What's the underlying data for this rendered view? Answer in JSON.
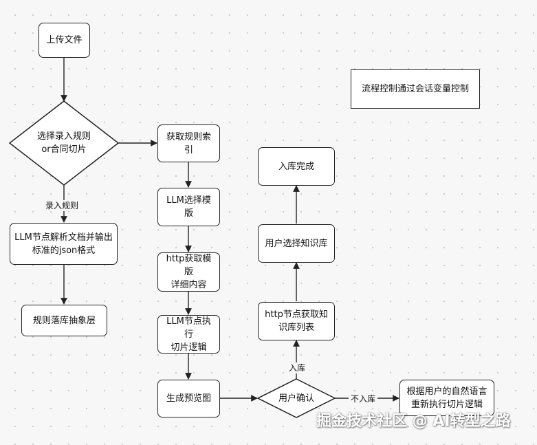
{
  "nodes": {
    "upload": "上传文件",
    "choose": "选择录入规则\nor合同切片",
    "get_rule_index": "获取规则索引",
    "llm_choose_template": "LLM选择模版",
    "http_get_template": "http获取模版\n详细内容",
    "llm_exec_split": "LLM节点执行\n切片逻辑",
    "gen_preview": "生成预览图",
    "user_confirm": "用户确认",
    "rerun_split": "根据用户的自然语言\n重新执行切片逻辑",
    "llm_parse_doc": "LLM节点解析文档并输出\n标准的json格式",
    "rule_storage": "规则落库抽象层",
    "http_get_kb": "http节点获取知\n识库列表",
    "user_choose_kb": "用户选择知识库",
    "storage_done": "入库完成",
    "flow_note": "流程控制通过会话变量控制"
  },
  "edges": {
    "enter_rule": "录入规则",
    "store": "入库",
    "not_store": "不入库"
  },
  "watermark": "掘金技术社区 @ AI转型之路"
}
